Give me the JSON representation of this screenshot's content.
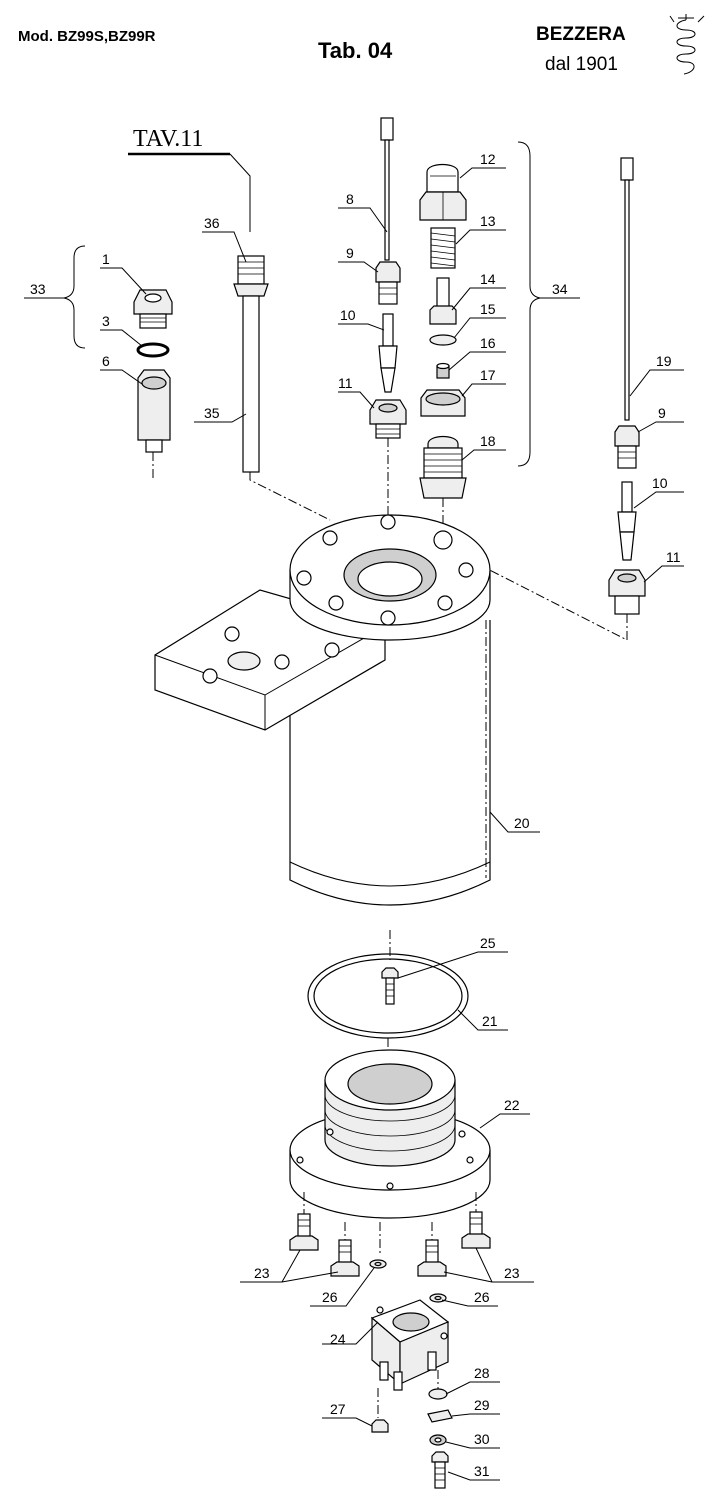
{
  "header": {
    "model": "Mod.  BZ99S,BZ99R",
    "table": "Tab. 04",
    "brand": "BEZZERA",
    "since": "dal 1901"
  },
  "reference": "TAV.11",
  "callouts": [
    "1",
    "3",
    "6",
    "8",
    "9",
    "10",
    "11",
    "12",
    "13",
    "14",
    "15",
    "16",
    "17",
    "18",
    "19",
    "20",
    "21",
    "22",
    "23",
    "24",
    "25",
    "26",
    "27",
    "28",
    "29",
    "30",
    "31",
    "33",
    "34",
    "35",
    "36"
  ],
  "icons": [
    "bezzera-logo-icon"
  ]
}
